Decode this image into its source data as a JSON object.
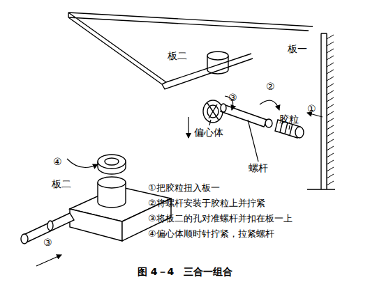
{
  "diagram": {
    "caption": "图 4－4　三合一组合",
    "labels": [
      "板一",
      "板二",
      "③",
      "②",
      "①",
      "偏心体",
      "螺杆",
      "胶粒",
      "④",
      "板二",
      "③",
      "①把胶粒扭入板一",
      "②将螺杆安装于胶粒上并拧紧",
      "③将板二的孔对准螺杆并扣在板一上",
      "④偏心体顺时针拧紧，拉紧螺杆"
    ]
  }
}
